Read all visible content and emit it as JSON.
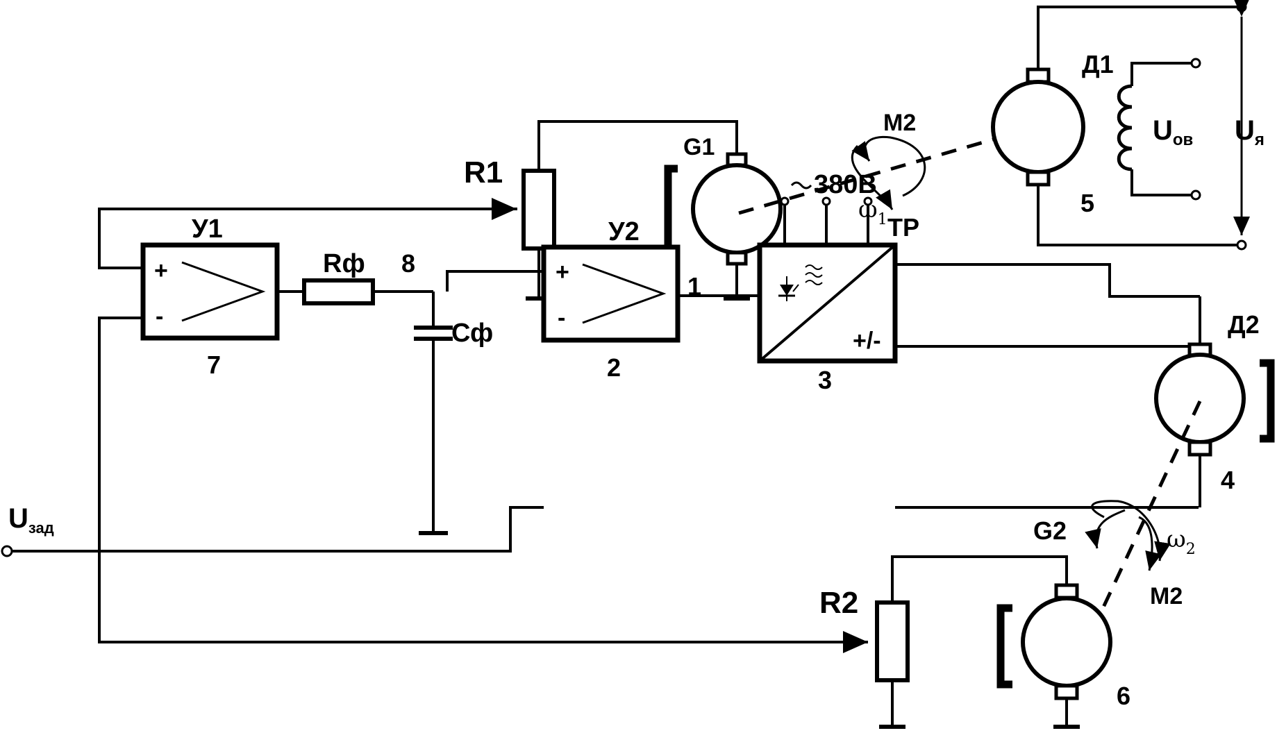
{
  "labels": {
    "r1": "R1",
    "r2": "R2",
    "g1": "G1",
    "g2": "G2",
    "d1": "Д1",
    "d2": "Д2",
    "m2_top": "M2",
    "m2_bottom": "M2",
    "omega1_sym": "ω",
    "omega1_sub": "1",
    "omega2_sym": "ω",
    "omega2_sub": "2",
    "u_ov": "U",
    "u_ov_sub": "ов",
    "u_ya": "U",
    "u_ya_sub": "я",
    "u_zad": "U",
    "u_zad_sub": "зад",
    "y1": "У1",
    "y2": "У2",
    "r_f": "Rф",
    "c_f": "Сф",
    "supply": "380В",
    "tp": "ТР",
    "plus": "+",
    "minus": "-",
    "plus_minus": "+/-",
    "n1": "1",
    "n2": "2",
    "n3": "3",
    "n4": "4",
    "n5": "5",
    "n6": "6",
    "n7": "7",
    "n8": "8"
  },
  "colors": {
    "ink": "#000000",
    "background": "#ffffff"
  }
}
